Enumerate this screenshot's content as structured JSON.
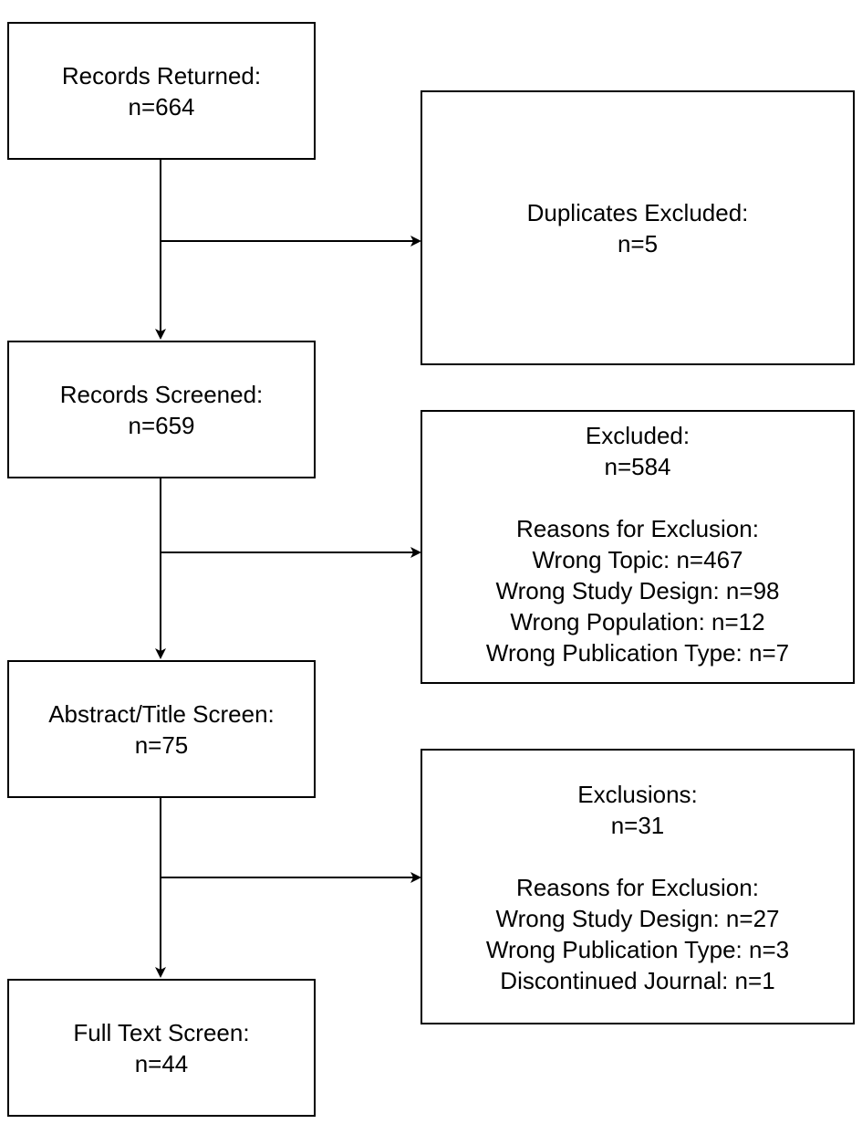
{
  "flow": {
    "records_returned": {
      "label": "Records Returned:",
      "count": "n=664"
    },
    "records_screened": {
      "label": "Records Screened:",
      "count": "n=659"
    },
    "abstract_title_screen": {
      "label": "Abstract/Title Screen:",
      "count": "n=75"
    },
    "full_text_screen": {
      "label": "Full Text Screen:",
      "count": "n=44"
    }
  },
  "exclusions": {
    "duplicates": {
      "label": "Duplicates Excluded:",
      "count": "n=5"
    },
    "screening": {
      "label": "Excluded:",
      "count": "n=584",
      "reasons_title": "Reasons for Exclusion:",
      "reasons": [
        "Wrong Topic: n=467",
        "Wrong Study Design: n=98",
        "Wrong Population: n=12",
        "Wrong Publication Type: n=7"
      ]
    },
    "abstract": {
      "label": "Exclusions:",
      "count": "n=31",
      "reasons_title": "Reasons for Exclusion:",
      "reasons": [
        "Wrong Study Design: n=27",
        "Wrong Publication Type: n=3",
        "Discontinued Journal: n=1"
      ]
    }
  },
  "colors": {
    "stroke": "#000000",
    "background": "#ffffff"
  }
}
